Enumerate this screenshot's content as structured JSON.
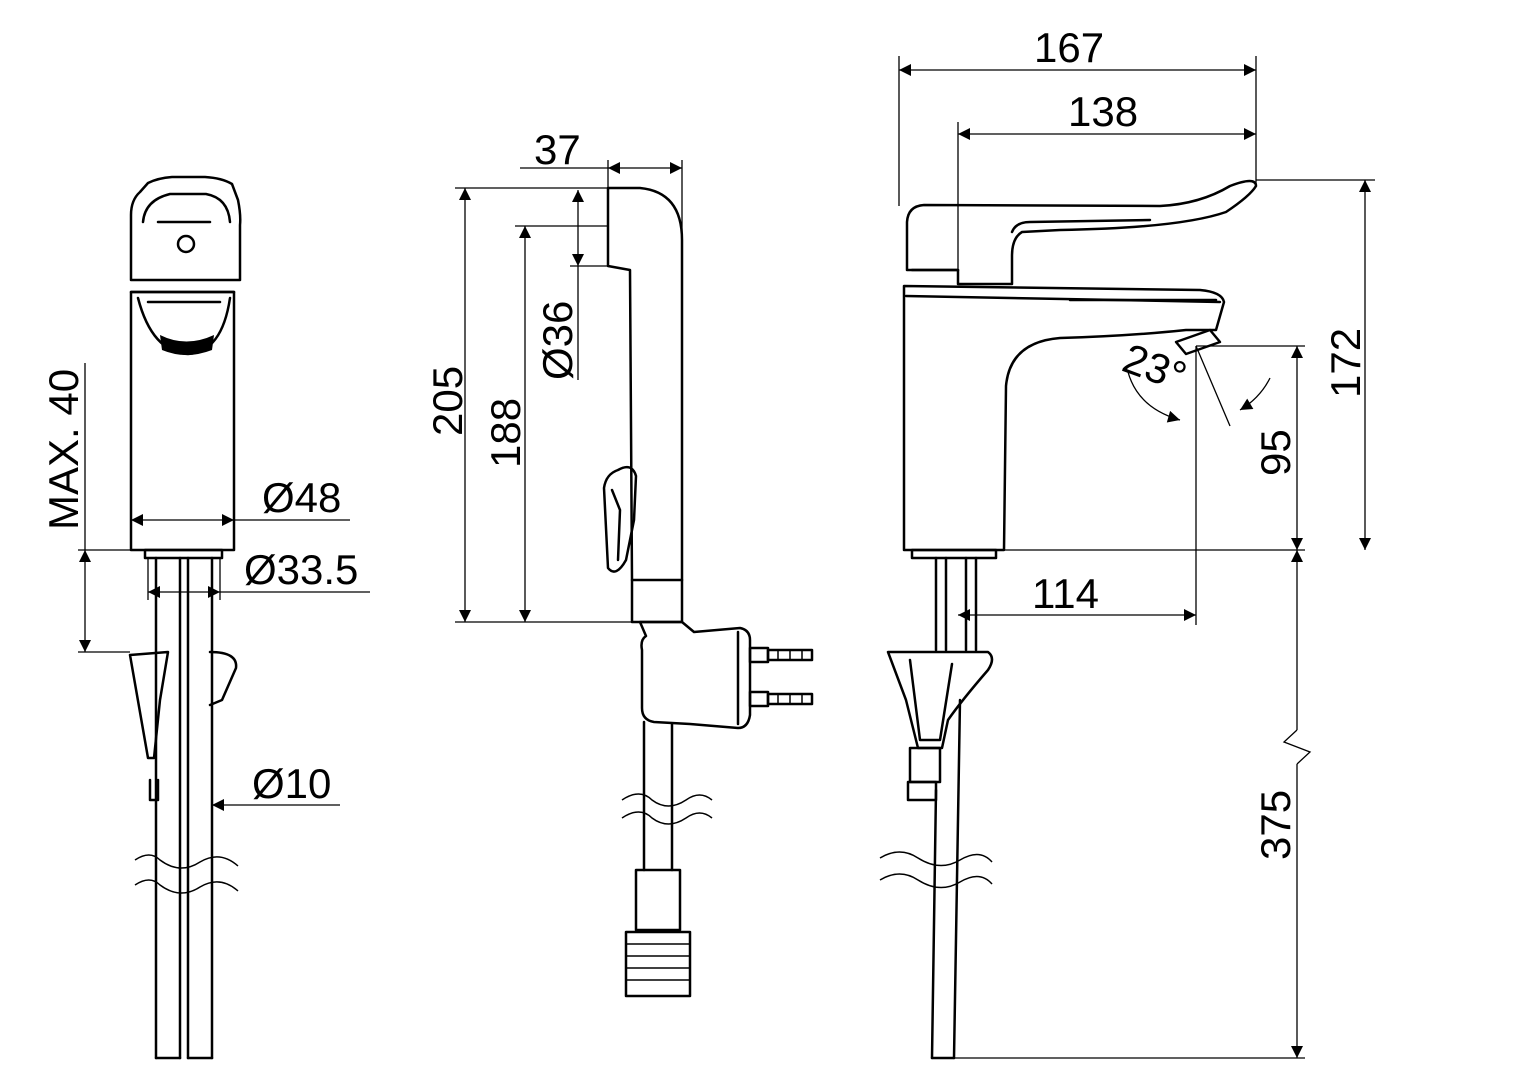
{
  "dimensions": {
    "max_height": "MAX. 40",
    "dia_48": "Ø48",
    "dia_33_5": "Ø33.5",
    "dia_10": "Ø10",
    "w_37": "37",
    "h_205": "205",
    "h_188": "188",
    "dia_36": "Ø36",
    "w_167": "167",
    "w_138": "138",
    "h_172": "172",
    "h_95": "95",
    "w_114": "114",
    "h_375": "375",
    "angle": "23°"
  }
}
